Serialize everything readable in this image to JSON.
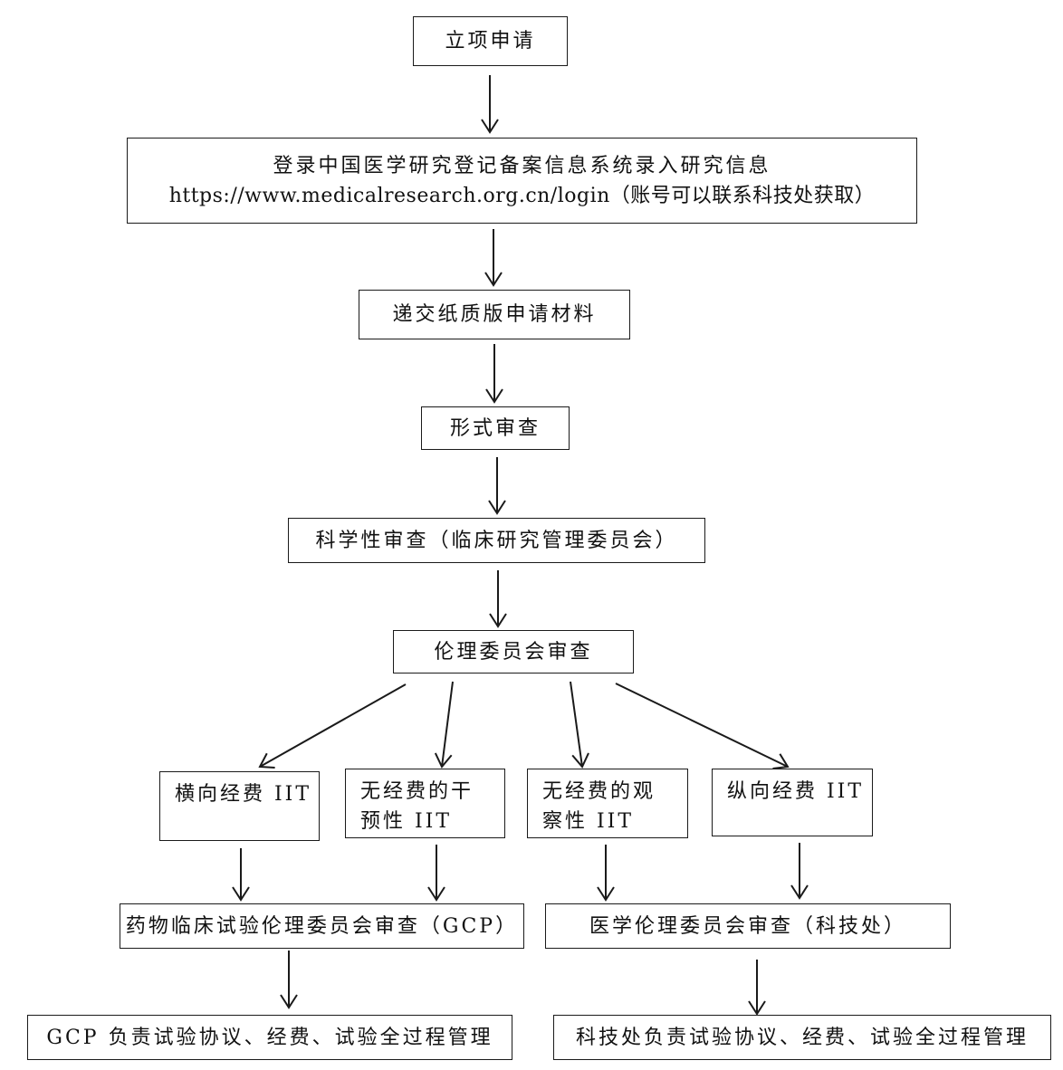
{
  "diagram": {
    "nodes": {
      "project_application": "立项申请",
      "register_system": {
        "line1": "登录中国医学研究登记备案信息系统录入研究信息",
        "line2": "https://www.medicalresearch.org.cn/login（账号可以联系科技处获取）"
      },
      "submit_paper": "递交纸质版申请材料",
      "formal_review": "形式审查",
      "scientific_review": "科学性审查（临床研究管理委员会）",
      "ethics_review": "伦理委员会审查",
      "horizontal_funding": "横向经费 IIT",
      "unfunded_interventional": {
        "line1": "无经费的干",
        "line2": "预性 IIT"
      },
      "unfunded_observational": {
        "line1": "无经费的观",
        "line2": "察性 IIT"
      },
      "vertical_funding": "纵向经费 IIT",
      "gcp_ethics_review": "药物临床试验伦理委员会审查（GCP）",
      "medical_ethics_review": "医学伦理委员会审查（科技处）",
      "gcp_management": "GCP 负责试验协议、经费、试验全过程管理",
      "sci_tech_management": "科技处负责试验协议、经费、试验全过程管理"
    }
  }
}
